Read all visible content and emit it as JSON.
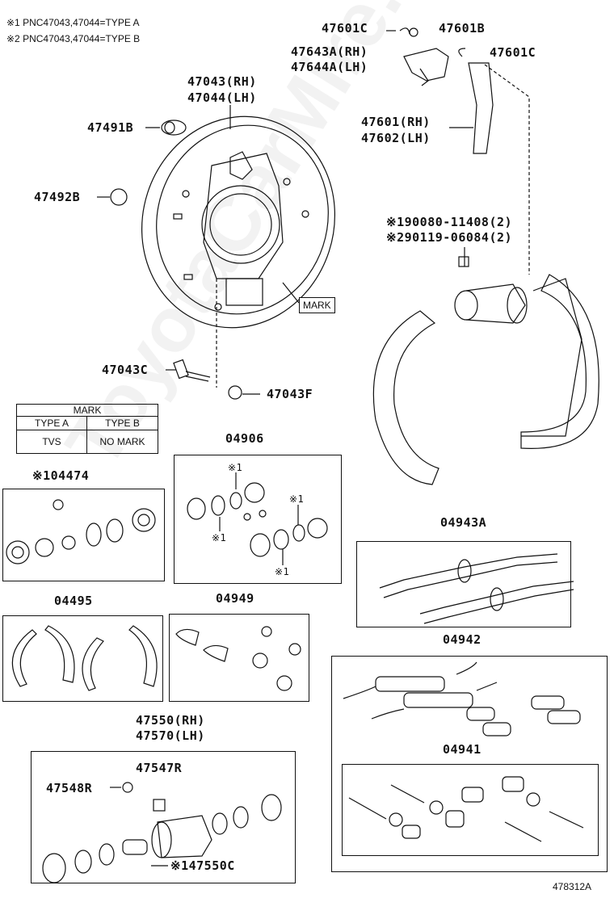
{
  "notes": {
    "type_a": "※1 PNC47043,47044=TYPE A",
    "type_b": "※2 PNC47043,47044=TYPE B"
  },
  "labels": {
    "p47601c_top": "47601C",
    "p47601b": "47601B",
    "p47643a": "47643A(RH)",
    "p47644a": "47644A(LH)",
    "p47601c_right": "47601C",
    "p47043": "47043(RH)",
    "p47044": "47044(LH)",
    "p47491b": "47491B",
    "p47601": "47601(RH)",
    "p47602": "47602(LH)",
    "p47492b": "47492B",
    "bolt1": "※190080-11408(2)",
    "bolt2": "※290119-06084(2)",
    "mark": "MARK",
    "p47043c": "47043C",
    "p47043f": "47043F",
    "k04906": "04906",
    "k04474": "※104474",
    "k04943a": "04943A",
    "k04495": "04495",
    "k04949": "04949",
    "k04942": "04942",
    "p47550": "47550(RH)",
    "p47570": "47570(LH)",
    "k04941": "04941",
    "p47547r": "47547R",
    "p47548r": "47548R",
    "p47550c": "※147550C",
    "note1_a": "※1",
    "note1_b": "※1",
    "note1_c": "※1",
    "note1_d": "※1",
    "diagram_id": "478312A"
  },
  "mark_table": {
    "title": "MARK",
    "col_a": "TYPE A",
    "col_b": "TYPE B",
    "val_a": "TVS",
    "val_b": "NO MARK"
  },
  "watermark": "ToyotaCarMire.ru"
}
